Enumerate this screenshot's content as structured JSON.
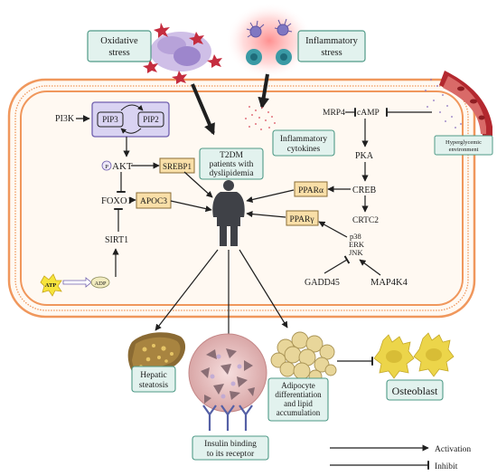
{
  "labels": {
    "oxidative_stress": [
      "Oxidative",
      "stress"
    ],
    "inflammatory_stress": [
      "Inflammatory",
      "stress"
    ],
    "pi3k": "PI3K",
    "pip3": "PIP3",
    "pip2": "PIP2",
    "p_marker": "P",
    "akt": "AKT",
    "srebp1": "SREBP1",
    "foxo1": "FOXO1",
    "apoc3": "APOC3",
    "sirt1": "SIRT1",
    "atp": "ATP",
    "adp": "ADP",
    "t2dm": [
      "T2DM",
      "patients with",
      "dyslipidemia"
    ],
    "mrp4": "MRP4",
    "camp": "cAMP",
    "inflammatory_cytokines": [
      "Inflammatory",
      "cytokines"
    ],
    "hyperglycemic": [
      "Hyperglycemic",
      "environment"
    ],
    "pka": "PKA",
    "creb": "CREB",
    "ppar_alpha": "PPARα",
    "crtc2": "CRTC2",
    "ppar_gamma": "PPARγ",
    "p38": "p38",
    "erk": "ERK",
    "jnk": "JNK",
    "gadd45": "GADD45",
    "map4k4": "MAP4K4",
    "hepatic_steatosis": [
      "Hepatic",
      "steatosis"
    ],
    "insulin_binding": [
      "Insulin binding",
      "to its receptor"
    ],
    "adipocyte": [
      "Adipocyte",
      "differentiation",
      "and lipid",
      "accumulation"
    ],
    "osteoblast": "Osteoblast"
  },
  "legend": {
    "activation": "Activation",
    "inhibit": "Inhibit"
  },
  "colors": {
    "membrane": "#f0975c",
    "membrane_fill": "#fff9f2",
    "teal_box_fill": "#e2f2ee",
    "teal_box_stroke": "#4f9a87",
    "tan_box_fill": "#f9dfa8",
    "tan_box_stroke": "#8a6d37",
    "pip_box_fill": "#d9d3f2",
    "pip_box_stroke": "#6f5fae",
    "arrow": "#1f1f1f",
    "vessel": "#b3282f",
    "liver": "#8a6a33",
    "fat": "#e8d69a",
    "osteoblast": "#ecd54a"
  },
  "icons": [
    "ros-cell-icon",
    "inflammatory-cells-icon",
    "blood-vessel-icon",
    "patient-figure-icon",
    "liver-icon",
    "tissue-icon",
    "fat-cells-icon",
    "osteoblast-icon",
    "insulin-receptor-icon"
  ]
}
